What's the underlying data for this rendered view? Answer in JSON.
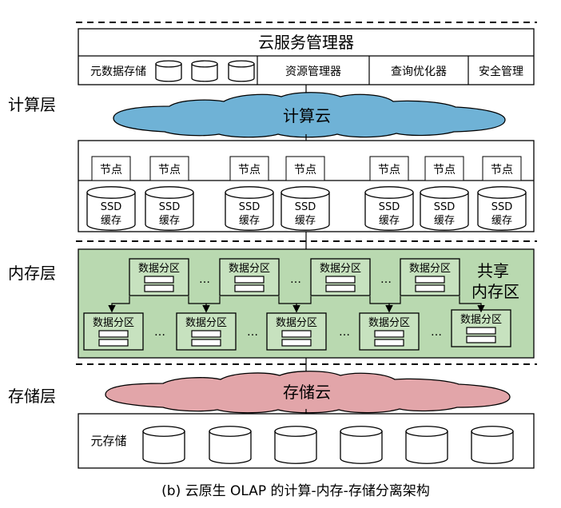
{
  "service_manager": {
    "title": "云服务管理器",
    "metadata_storage": "元数据存储",
    "resource_manager": "资源管理器",
    "query_optimizer": "查询优化器",
    "security": "安全管理"
  },
  "layers": {
    "compute": "计算层",
    "memory": "内存层",
    "storage": "存储层"
  },
  "compute_cloud": "计算云",
  "node_label": "节点",
  "ssd_line1": "SSD",
  "ssd_line2": "缓存",
  "partition_label": "数据分区",
  "ellipsis": "…",
  "shared_memory_line1": "共享",
  "shared_memory_line2": "内存区",
  "storage_cloud": "存储云",
  "meta_storage": "元存储",
  "caption": "(b) 云原生 OLAP 的计算-内存-存储分离架构",
  "colors": {
    "compute_cloud": "#6fb2d6",
    "storage_cloud": "#e2a5a9",
    "memory_region": "#b9d9b0"
  }
}
